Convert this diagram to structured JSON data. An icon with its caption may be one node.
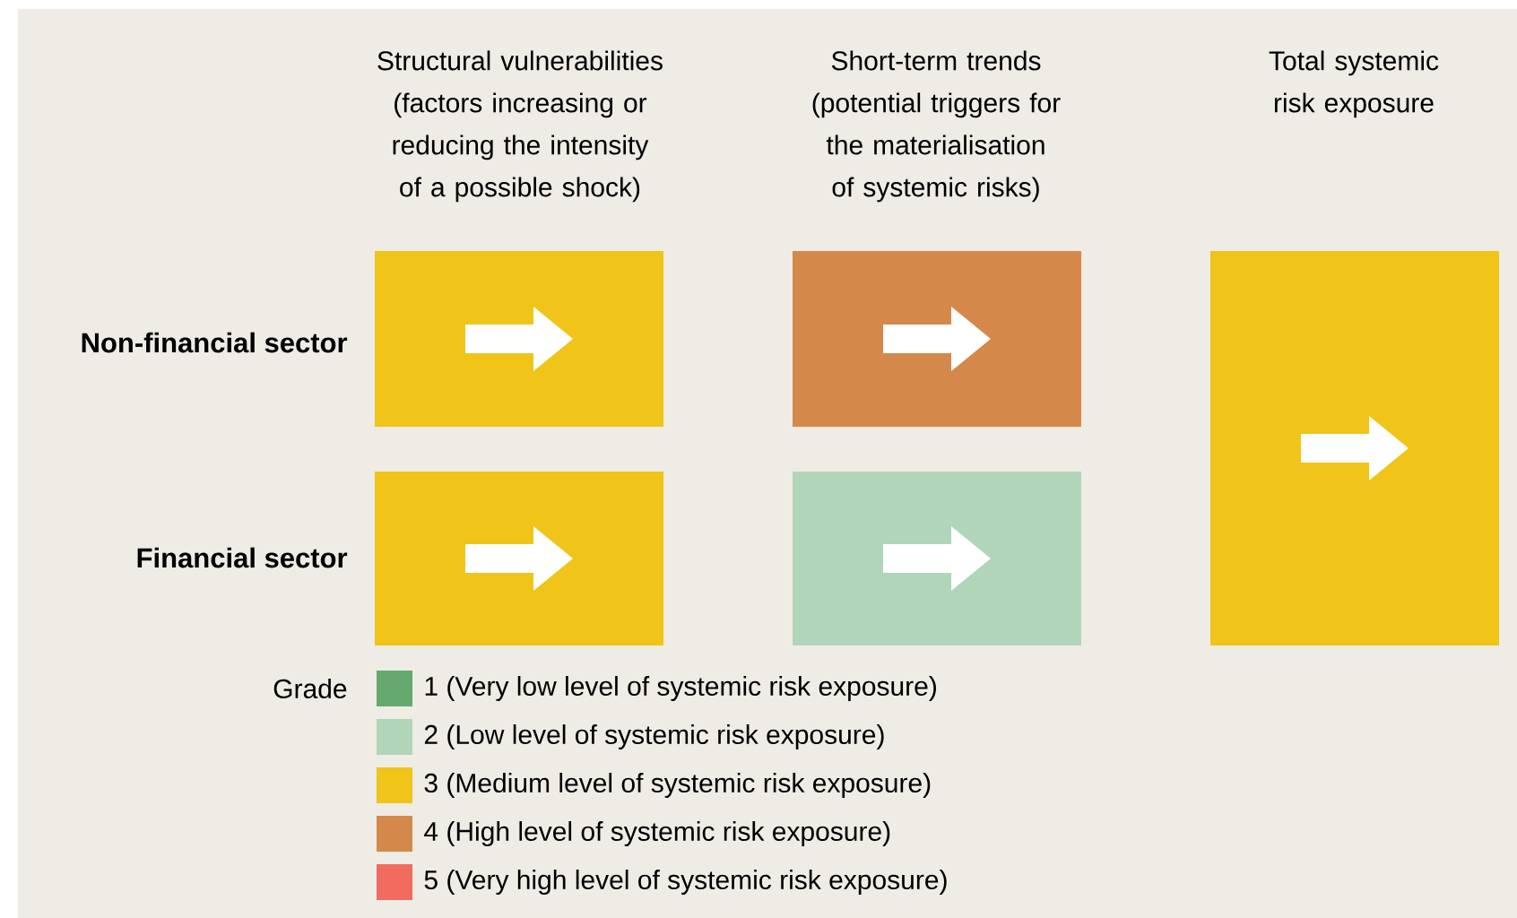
{
  "diagram": {
    "nodes": [
      {
        "text": [],
        "shape": "box"
      },
      {
        "text": [],
        "shape": "box"
      },
      {
        "text": [],
        "shape": "box"
      },
      {
        "text": [],
        "shape": "box"
      },
      {
        "text": [],
        "shape": "box"
      }
    ],
    "labels": [
      "Structural vulnerabilities (factors increasing or reducing the intensity of a possible shock)",
      "Short-term trends (potential triggers for the materialisation of systemic risks)",
      "Total systemic risk exposure",
      "Non-financial sector",
      "Financial sector",
      "Grade"
    ],
    "legend": [
      {
        "text": "1 (Very low level of systemic risk exposure)",
        "color": "#66a96e"
      },
      {
        "text": "2 (Low level of systemic risk exposure)",
        "color": "#b0d5b8"
      },
      {
        "text": "3 (Medium level of systemic risk exposure)",
        "color": "#f0c419"
      },
      {
        "text": "4 (High level of systemic risk exposure)",
        "color": "#d4894a"
      },
      {
        "text": "5 (Very high level of systemic risk exposure)",
        "color": "#f26b5f"
      }
    ]
  }
}
